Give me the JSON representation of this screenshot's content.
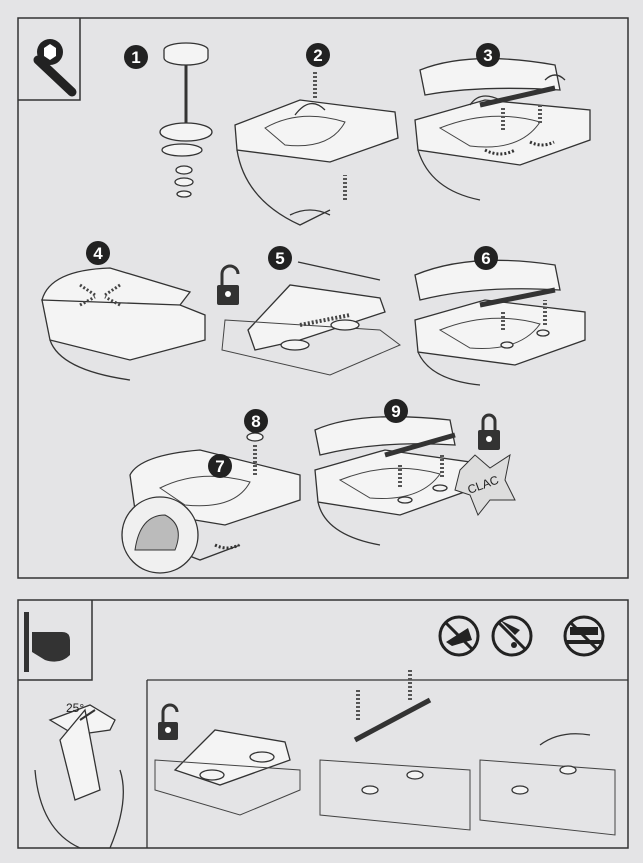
{
  "steps": [
    "1",
    "2",
    "3",
    "4",
    "5",
    "6",
    "7",
    "8",
    "9"
  ],
  "labels": {
    "clac": "CLAC",
    "angle": "25°"
  },
  "icons": [
    "wrench-icon",
    "pointing-hand-icon",
    "unlock-icon",
    "lock-icon",
    "no-high-heels-icon",
    "no-chemicals-icon",
    "no-abrasive-icon"
  ],
  "colors": {
    "background": "#e4e4e6",
    "ink": "#222222"
  }
}
